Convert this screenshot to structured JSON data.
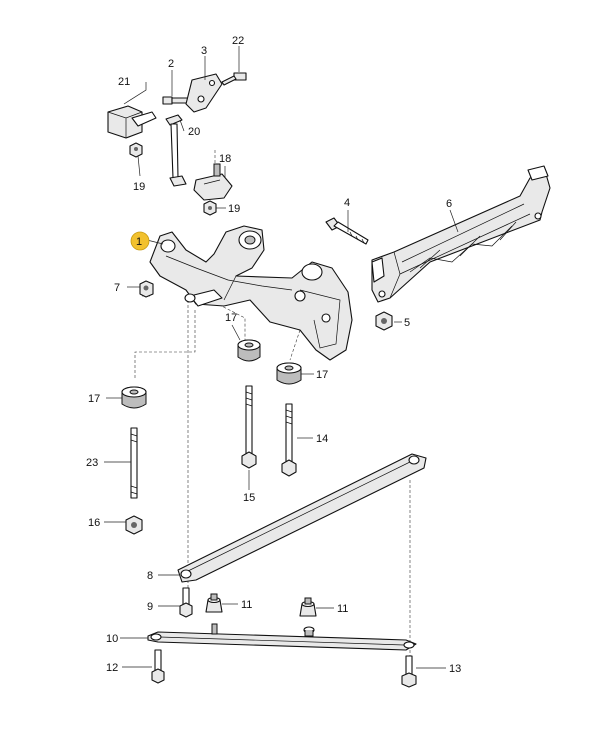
{
  "labels": [
    {
      "id": "1",
      "text": "1"
    },
    {
      "id": "2",
      "text": "2"
    },
    {
      "id": "3",
      "text": "3"
    },
    {
      "id": "4",
      "text": "4"
    },
    {
      "id": "5",
      "text": "5"
    },
    {
      "id": "6",
      "text": "6"
    },
    {
      "id": "7",
      "text": "7"
    },
    {
      "id": "8",
      "text": "8"
    },
    {
      "id": "9",
      "text": "9"
    },
    {
      "id": "10",
      "text": "10"
    },
    {
      "id": "11a",
      "text": "11"
    },
    {
      "id": "11b",
      "text": "11"
    },
    {
      "id": "12",
      "text": "12"
    },
    {
      "id": "13",
      "text": "13"
    },
    {
      "id": "14",
      "text": "14"
    },
    {
      "id": "15",
      "text": "15"
    },
    {
      "id": "16",
      "text": "16"
    },
    {
      "id": "17a",
      "text": "17"
    },
    {
      "id": "17b",
      "text": "17"
    },
    {
      "id": "17c",
      "text": "17"
    },
    {
      "id": "18",
      "text": "18"
    },
    {
      "id": "19a",
      "text": "19"
    },
    {
      "id": "19b",
      "text": "19"
    },
    {
      "id": "20",
      "text": "20"
    },
    {
      "id": "21",
      "text": "21"
    },
    {
      "id": "22",
      "text": "22"
    },
    {
      "id": "23",
      "text": "23"
    }
  ],
  "highlight": {
    "label_id": "1",
    "color": "#f2c12e"
  }
}
